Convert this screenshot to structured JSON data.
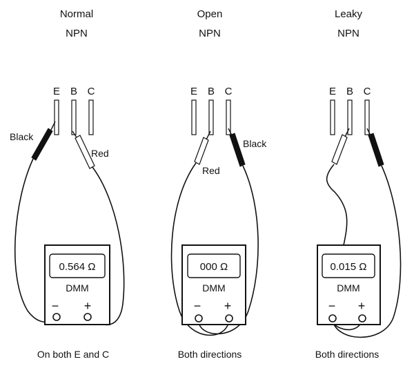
{
  "panels": [
    {
      "title_line1": "Normal",
      "title_line2": "NPN",
      "pins": [
        "E",
        "B",
        "C"
      ],
      "lead_labels": [
        "Black",
        "Red"
      ],
      "reading": "0.564 Ω",
      "meter_label": "DMM",
      "minus": "−",
      "plus": "+",
      "caption": "On both E and C"
    },
    {
      "title_line1": "Open",
      "title_line2": "NPN",
      "pins": [
        "E",
        "B",
        "C"
      ],
      "lead_labels": [
        "Red",
        "Black"
      ],
      "reading": "000 Ω",
      "meter_label": "DMM",
      "minus": "−",
      "plus": "+",
      "caption": "Both directions"
    },
    {
      "title_line1": "Leaky",
      "title_line2": "NPN",
      "pins": [
        "E",
        "B",
        "C"
      ],
      "reading": "0.015 Ω",
      "meter_label": "DMM",
      "minus": "−",
      "plus": "+",
      "caption": "Both directions"
    }
  ]
}
